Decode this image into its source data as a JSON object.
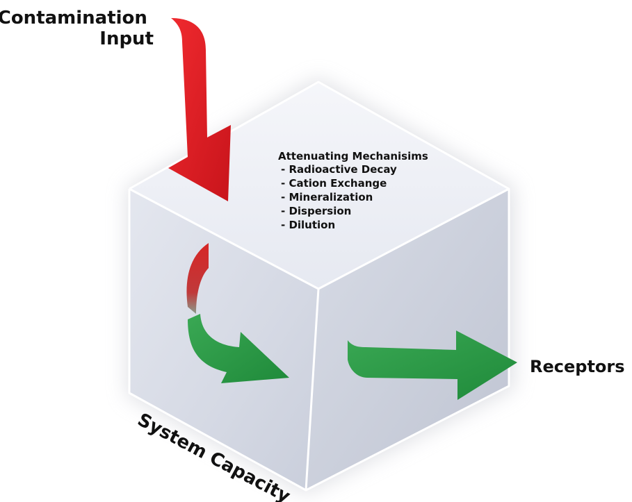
{
  "diagram": {
    "input_label_line1": "Contamination",
    "input_label_line2": "Input",
    "mechanisms_title": "Attenuating Mechanisims",
    "mechanisms": [
      "- Radioactive Decay",
      "- Cation Exchange",
      "- Mineralization",
      "- Dispersion",
      "- Dilution"
    ],
    "receptors_label": "Receptors",
    "capacity_label": "System Capacity"
  },
  "colors": {
    "input_arrow": "#e21f26",
    "output_arrow": "#2e9a47",
    "cube_face": "#e6e9f1",
    "cube_edge": "#ffffff"
  }
}
